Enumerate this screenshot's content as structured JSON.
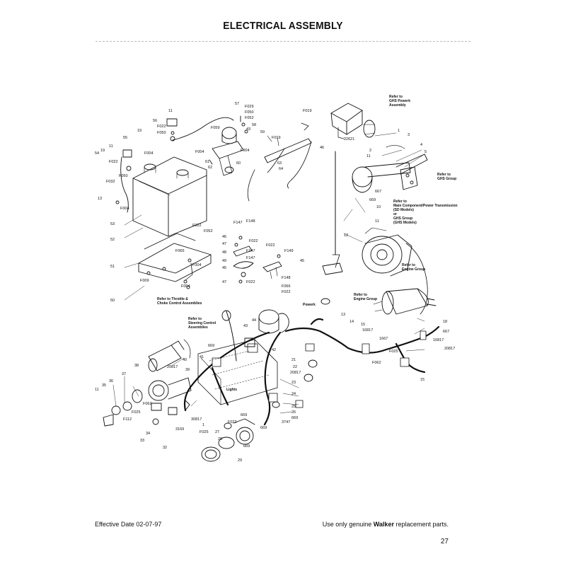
{
  "header": {
    "title": "ELECTRICAL ASSEMBLY"
  },
  "footer": {
    "effective_date": "Effective Date 02-07-97",
    "notice_prefix": "Use only genuine ",
    "brand": "Walker",
    "notice_suffix": " replacement parts.",
    "page_number": "27"
  },
  "diagram": {
    "labels": [
      {
        "t": "11"
      },
      {
        "t": "56"
      },
      {
        "t": "19"
      },
      {
        "t": "F022"
      },
      {
        "t": "F050"
      },
      {
        "t": "57"
      },
      {
        "t": "F029"
      },
      {
        "t": "F050"
      },
      {
        "t": "F052"
      },
      {
        "t": "58"
      },
      {
        "t": "F059"
      },
      {
        "t": "43"
      },
      {
        "t": "59"
      },
      {
        "t": "F019"
      },
      {
        "t": "F019"
      },
      {
        "t": "55"
      },
      {
        "t": "54"
      },
      {
        "t": "19"
      },
      {
        "t": "11"
      },
      {
        "t": "F022"
      },
      {
        "t": "F050"
      },
      {
        "t": "F004"
      },
      {
        "t": "F004"
      },
      {
        "t": "F004"
      },
      {
        "t": "60"
      },
      {
        "t": "61"
      },
      {
        "t": "62"
      },
      {
        "t": "63"
      },
      {
        "t": "64"
      },
      {
        "t": "F032"
      },
      {
        "t": "13"
      },
      {
        "t": "F004"
      },
      {
        "t": "53"
      },
      {
        "t": "52"
      },
      {
        "t": "F022"
      },
      {
        "t": "F052"
      },
      {
        "t": "F065"
      },
      {
        "t": "51"
      },
      {
        "t": "F004"
      },
      {
        "t": "F009"
      },
      {
        "t": "F004"
      },
      {
        "t": "50"
      },
      {
        "t": "F147"
      },
      {
        "t": "F148"
      },
      {
        "t": "46"
      },
      {
        "t": "47"
      },
      {
        "t": "F022"
      },
      {
        "t": "48"
      },
      {
        "t": "F147"
      },
      {
        "t": "49"
      },
      {
        "t": "F147"
      },
      {
        "t": "F149"
      },
      {
        "t": "45"
      },
      {
        "t": "F022"
      },
      {
        "t": "F148"
      },
      {
        "t": "F066"
      },
      {
        "t": "F022"
      },
      {
        "t": "45"
      },
      {
        "t": "F022"
      },
      {
        "t": "47"
      },
      {
        "t": "1"
      },
      {
        "t": "2"
      },
      {
        "t": "3"
      },
      {
        "t": "4"
      },
      {
        "t": "5"
      },
      {
        "t": "22621"
      },
      {
        "t": "46"
      },
      {
        "t": "11"
      },
      {
        "t": "667"
      },
      {
        "t": "669"
      },
      {
        "t": "10"
      },
      {
        "t": "11"
      },
      {
        "t": "12"
      },
      {
        "t": "13"
      },
      {
        "t": "14"
      },
      {
        "t": "15"
      },
      {
        "t": "16817"
      },
      {
        "t": "1667"
      },
      {
        "t": "F025"
      },
      {
        "t": "18"
      },
      {
        "t": "667"
      },
      {
        "t": "20817"
      },
      {
        "t": "15"
      },
      {
        "t": "F062"
      },
      {
        "t": "44"
      },
      {
        "t": "43"
      },
      {
        "t": "669"
      },
      {
        "t": "42"
      },
      {
        "t": "21"
      },
      {
        "t": "22"
      },
      {
        "t": "20817"
      },
      {
        "t": "23"
      },
      {
        "t": "24"
      },
      {
        "t": "25"
      },
      {
        "t": "26"
      },
      {
        "t": "669"
      },
      {
        "t": "3747"
      },
      {
        "t": "41"
      },
      {
        "t": "40"
      },
      {
        "t": "39"
      },
      {
        "t": "20817"
      },
      {
        "t": "38"
      },
      {
        "t": "37"
      },
      {
        "t": "36"
      },
      {
        "t": "35"
      },
      {
        "t": "11"
      },
      {
        "t": "F062"
      },
      {
        "t": "F025"
      },
      {
        "t": "F112"
      },
      {
        "t": "34"
      },
      {
        "t": "33"
      },
      {
        "t": "3169"
      },
      {
        "t": "32"
      },
      {
        "t": "30817"
      },
      {
        "t": "1"
      },
      {
        "t": "F025"
      },
      {
        "t": "F022"
      },
      {
        "t": "27"
      },
      {
        "t": "669"
      },
      {
        "t": "669"
      },
      {
        "t": "28"
      },
      {
        "t": "669"
      },
      {
        "t": "29"
      },
      {
        "t": "16817"
      }
    ],
    "notes": {
      "powerk": [
        "Refer to",
        "GHS Powerk",
        "Assembly"
      ],
      "ghs_group": [
        "Refer to",
        "GHS Group"
      ],
      "main_component": [
        "Refer to",
        "Main Component/Power Transmission",
        "(SD Models)",
        "or",
        "GHS Group",
        "(GHS Models)"
      ],
      "engine_group_1": [
        "Refer to",
        "Engine Group"
      ],
      "engine_group_2": [
        "Refer to",
        "Engine Group"
      ],
      "throttle": [
        "Refer to Throttle &",
        "Choke Control Assemblies"
      ],
      "steering": [
        "Refer to",
        "Steering Control",
        "Assemblies"
      ],
      "powerk_small": "Powerk",
      "lights": "Lights"
    }
  }
}
